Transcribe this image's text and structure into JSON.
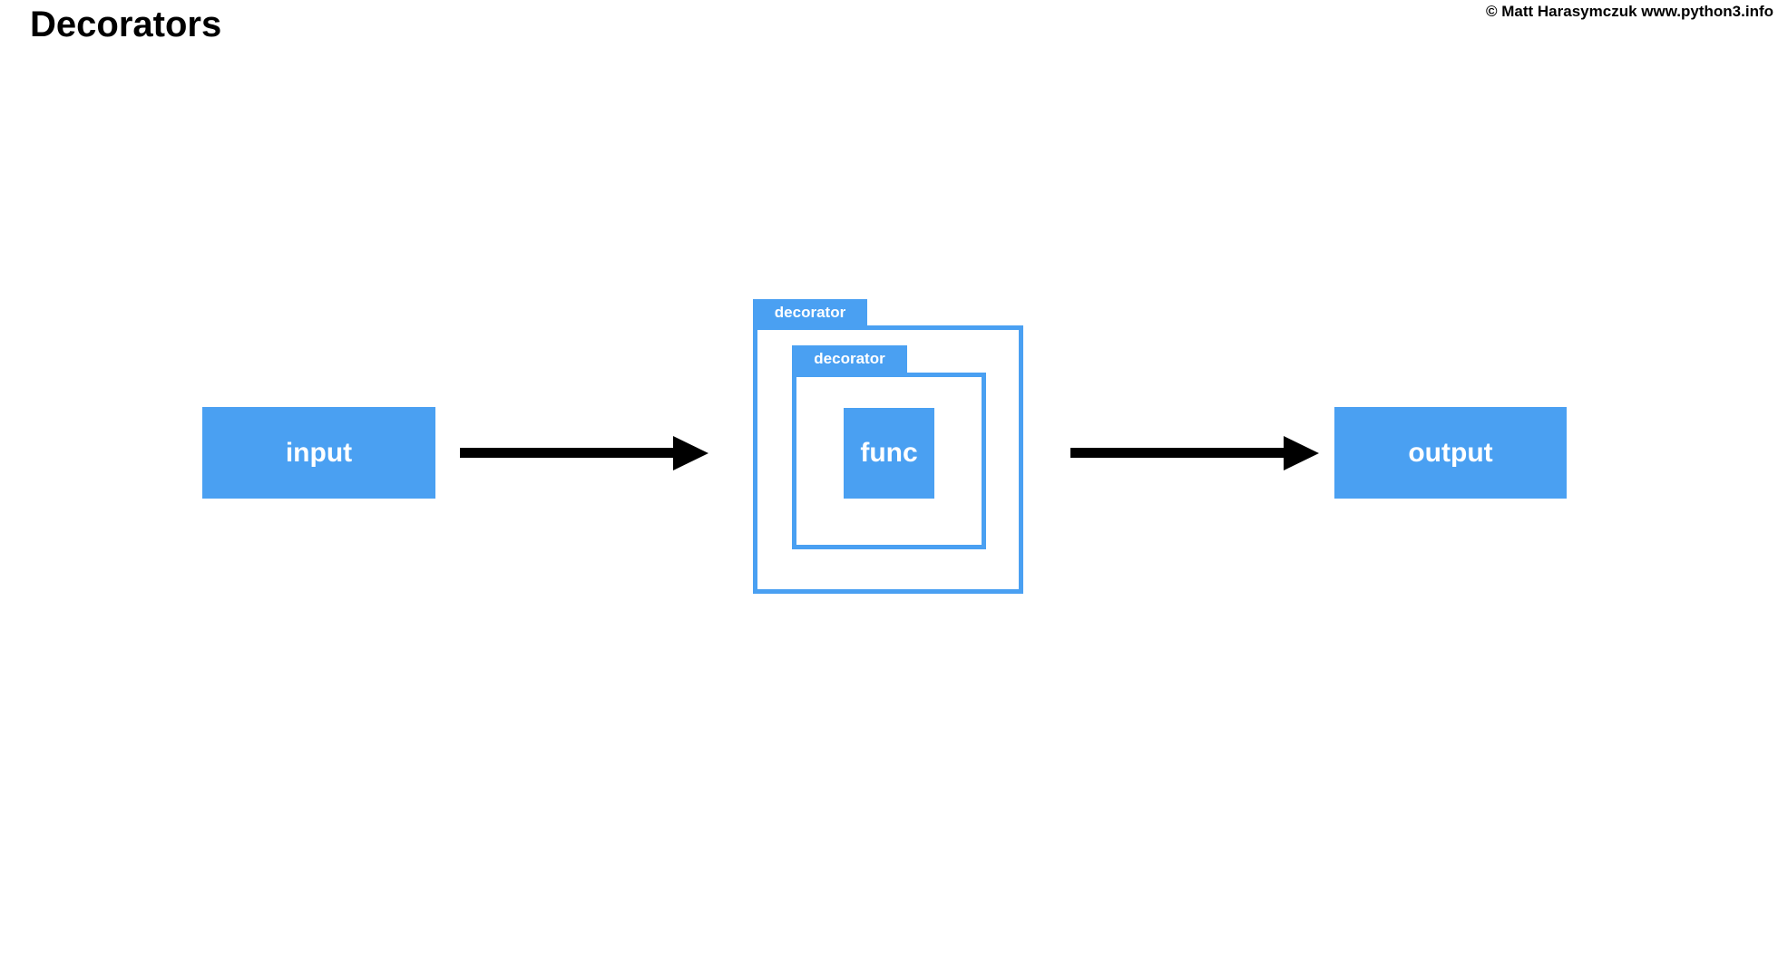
{
  "page": {
    "title": "Decorators",
    "copyright": "© Matt Harasymczuk www.python3.info"
  },
  "colors": {
    "accent_blue": "#4aa0f2",
    "arrow_black": "#000000",
    "text_white": "#ffffff",
    "background": "#ffffff"
  },
  "diagram": {
    "input_label": "input",
    "outer_decorator_label": "decorator",
    "inner_decorator_label": "decorator",
    "func_label": "func",
    "output_label": "output"
  }
}
